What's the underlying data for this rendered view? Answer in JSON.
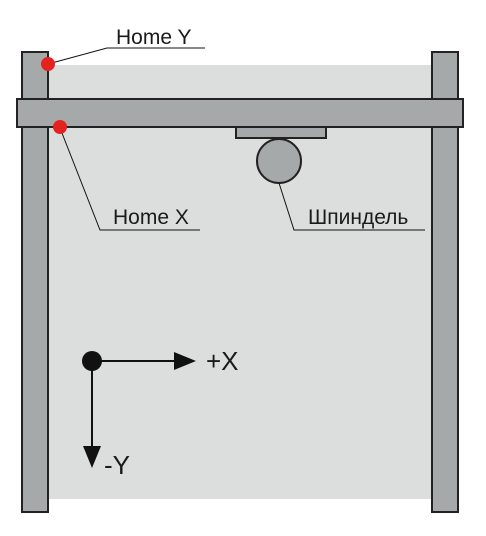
{
  "labels": {
    "home_y": "Home Y",
    "home_x": "Home X",
    "spindle": "Шпиндель",
    "plus_x": "+X",
    "minus_y": "-Y"
  },
  "colors": {
    "work_area": "#dcdedd",
    "frame_fill": "#a6a9a9",
    "frame_stroke": "#222222",
    "home_marker": "#e42321",
    "line": "#111111"
  },
  "icons": {
    "home_marker": "red-dot",
    "axis_origin": "black-dot",
    "axis_arrow": "arrowhead"
  }
}
